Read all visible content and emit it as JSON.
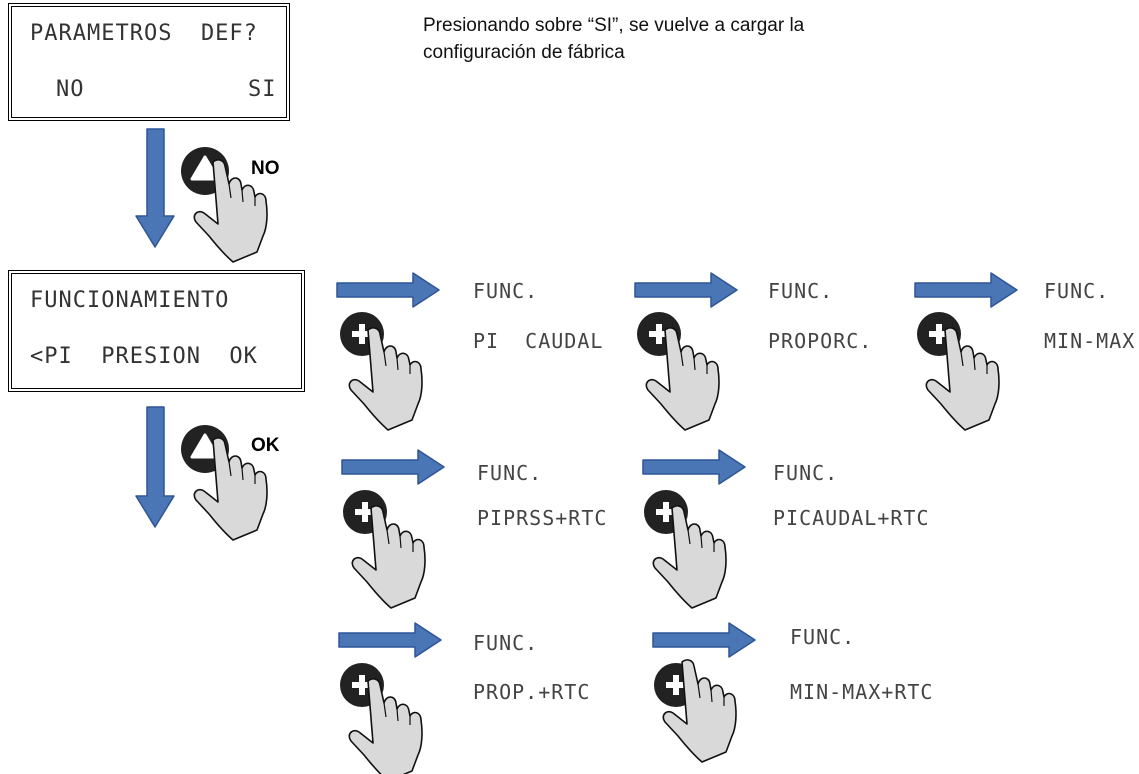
{
  "screen_default": {
    "line1": "PARAMETROS  DEF?",
    "opt_no": "NO",
    "opt_si": "SI"
  },
  "note": "Presionando sobre “SI”, se vuelve a cargar la configuración de fábrica",
  "key_no_label": "NO",
  "key_ok_label": "OK",
  "screen_mode": {
    "line1": "FUNCIONAMIENTO",
    "line2": "<PI  PRESION  OK"
  },
  "modes": [
    {
      "title": "FUNC.",
      "value": "PI  CAUDAL"
    },
    {
      "title": "FUNC.",
      "value": "PROPORC."
    },
    {
      "title": "FUNC.",
      "value": "MIN-MAX"
    },
    {
      "title": "FUNC.",
      "value": "PIPRSS+RTC"
    },
    {
      "title": "FUNC.",
      "value": "PICAUDAL+RTC"
    },
    {
      "title": "FUNC.",
      "value": "PROP.+RTC"
    },
    {
      "title": "FUNC.",
      "value": "MIN-MAX+RTC"
    }
  ],
  "colors": {
    "arrow": "#4a76b5",
    "arrow_stroke": "#2f5597",
    "key_fill": "#222222",
    "hand_fill": "#d9d9d9"
  },
  "icons": [
    "up-arrow-key-icon",
    "plus-key-icon",
    "pointing-hand-icon"
  ]
}
